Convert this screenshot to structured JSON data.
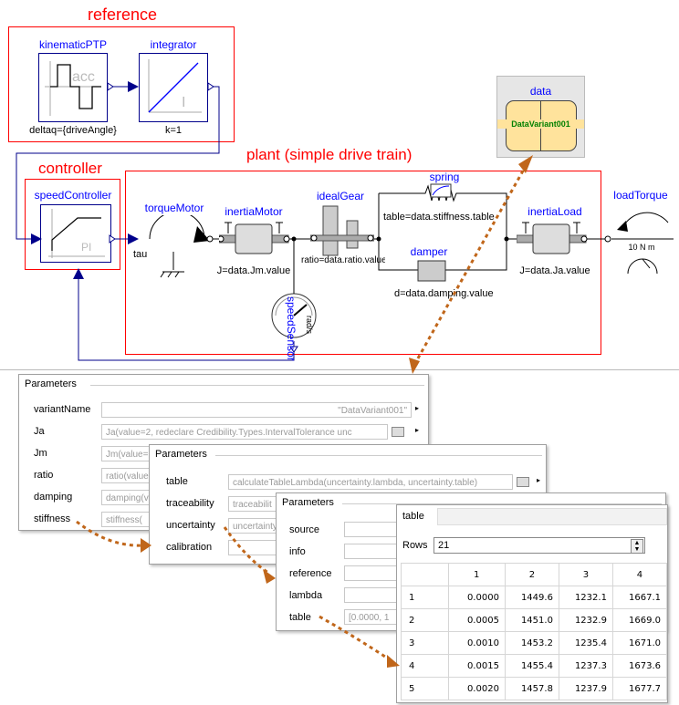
{
  "diagram": {
    "reference_label": "reference",
    "controller_label": "controller",
    "plant_label": "plant (simple drive train)",
    "kinematicPTP": {
      "name": "kinematicPTP",
      "inner": "acc",
      "param": "deltaq={driveAngle}"
    },
    "integrator": {
      "name": "integrator",
      "inner": "I",
      "param": "k=1"
    },
    "speedController": {
      "name": "speedController",
      "inner": "PI"
    },
    "torqueMotor": {
      "name": "torqueMotor",
      "tau": "tau"
    },
    "inertiaMotor": {
      "name": "inertiaMotor",
      "param": "J=data.Jm.value"
    },
    "idealGear": {
      "name": "idealGear",
      "param": "ratio=data.ratio.value"
    },
    "spring": {
      "name": "spring",
      "param": "table=data.stiffness.table"
    },
    "damper": {
      "name": "damper",
      "param": "d=data.damping.value"
    },
    "inertiaLoad": {
      "name": "inertiaLoad",
      "param": "J=data.Ja.value"
    },
    "loadTorque": {
      "name": "loadTorque",
      "inner": "10 N m"
    },
    "speedSensor": {
      "name": "speedSensor",
      "unit": "rad/s"
    },
    "data": {
      "name": "data",
      "variant": "DataVariant001"
    }
  },
  "panel1": {
    "title": "Parameters",
    "rows": [
      {
        "label": "variantName",
        "value": "\"DataVariant001\""
      },
      {
        "label": "Ja",
        "value": "Ja(value=2, redeclare Credibility.Types.IntervalTolerance unc"
      },
      {
        "label": "Jm",
        "value": "Jm(value="
      },
      {
        "label": "ratio",
        "value": "ratio(value"
      },
      {
        "label": "damping",
        "value": "damping(v"
      },
      {
        "label": "stiffness",
        "value": "stiffness("
      }
    ]
  },
  "panel2": {
    "title": "Parameters",
    "rows": [
      {
        "label": "table",
        "value": "calculateTableLambda(uncertainty.lambda, uncertainty.table)"
      },
      {
        "label": "traceability",
        "value": "traceabilit"
      },
      {
        "label": "uncertainty",
        "value": "uncertainty"
      },
      {
        "label": "calibration",
        "value": ""
      }
    ]
  },
  "panel3": {
    "title": "Parameters",
    "rows": [
      {
        "label": "source",
        "value": ""
      },
      {
        "label": "info",
        "value": ""
      },
      {
        "label": "reference",
        "value": ""
      },
      {
        "label": "lambda",
        "value": ""
      },
      {
        "label": "table",
        "value": "[0.0000, 1"
      }
    ]
  },
  "table_panel": {
    "title": "table",
    "rows_label": "Rows",
    "rows_value": "21",
    "columns": [
      "1",
      "2",
      "3",
      "4"
    ],
    "data": [
      {
        "row": "1",
        "cells": [
          "0.0000",
          "1449.6",
          "1232.1",
          "1667.1"
        ]
      },
      {
        "row": "2",
        "cells": [
          "0.0005",
          "1451.0",
          "1232.9",
          "1669.0"
        ]
      },
      {
        "row": "3",
        "cells": [
          "0.0010",
          "1453.2",
          "1235.4",
          "1671.0"
        ]
      },
      {
        "row": "4",
        "cells": [
          "0.0015",
          "1455.4",
          "1237.3",
          "1673.6"
        ]
      },
      {
        "row": "5",
        "cells": [
          "0.0020",
          "1457.8",
          "1237.9",
          "1677.7"
        ]
      }
    ]
  },
  "colors": {
    "connector_blue": "#00008b",
    "frame_red": "#ff0000",
    "arrow_orange": "#c0661a",
    "data_yellow": "#ffe39c"
  }
}
